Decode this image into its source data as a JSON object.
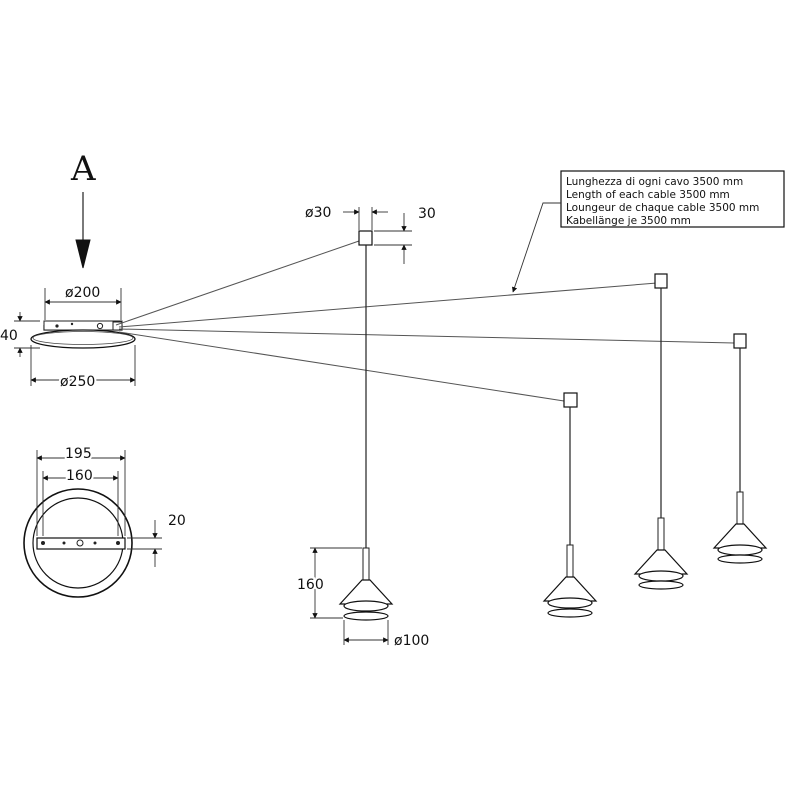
{
  "view_label": "A",
  "note": {
    "lines": [
      "Lunghezza di ogni cavo 3500 mm",
      "Length of each cable 3500 mm",
      "Loungeur de chaque cable 3500 mm",
      "Kabellänge je 3500 mm"
    ]
  },
  "dimensions": {
    "canopy_inner_dia": "ø200",
    "canopy_height": "40",
    "canopy_outer_dia": "ø250",
    "bracket_width": "195",
    "bracket_hole_spacing": "160",
    "bracket_depth": "20",
    "anchor_dia": "ø30",
    "anchor_height": "30",
    "shade_height": "160",
    "shade_dia": "ø100"
  }
}
